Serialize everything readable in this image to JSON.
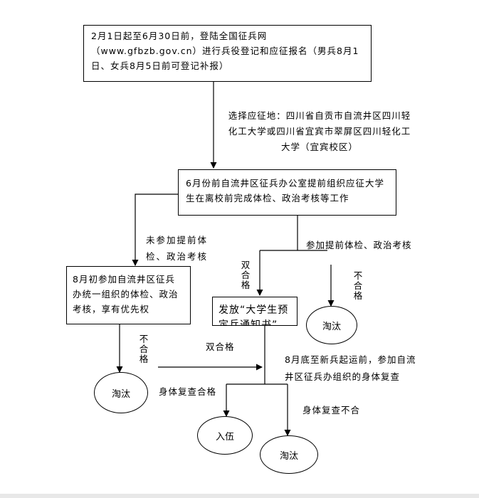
{
  "boxes": {
    "registration": "2月1日起至6月30日前，登陆全国征兵网（www.gfbzb.gov.cn）进行兵役登记和应征报名（男兵8月1日、女兵8月5日前可登记补报）",
    "pre_enlistment": "6月份前自流井区征兵办公室提前组织应征大学生在离校前完成体检、政治考核等工作",
    "august_check": "8月初参加自流井区征兵办统一组织的体检、政治考核，享有优先权",
    "notice": "发放“大学生预定兵通知书”"
  },
  "ellipses": {
    "eliminated_1": "淘汰",
    "eliminated_2": "淘汰",
    "enlist": "入伍",
    "eliminated_3": "淘汰"
  },
  "labels": {
    "choose_place": "选择应征地：四川省自贡市自流井区四川轻化工大学或四川省宜宾市翠屏区四川轻化工大学（宜宾校区）",
    "not_participated": "未参加提前体检、政治考核",
    "participated": "参加提前体检、政治考核",
    "double_pass_1": "双合格",
    "fail_1": "不合格",
    "fail_2": "不合格",
    "double_pass_2": "双合格",
    "final_recheck": "8月底至新兵起运前，参加自流井区征兵办组织的身体复查",
    "recheck_pass": "身体复查合格",
    "recheck_fail": "身体复查不合"
  }
}
